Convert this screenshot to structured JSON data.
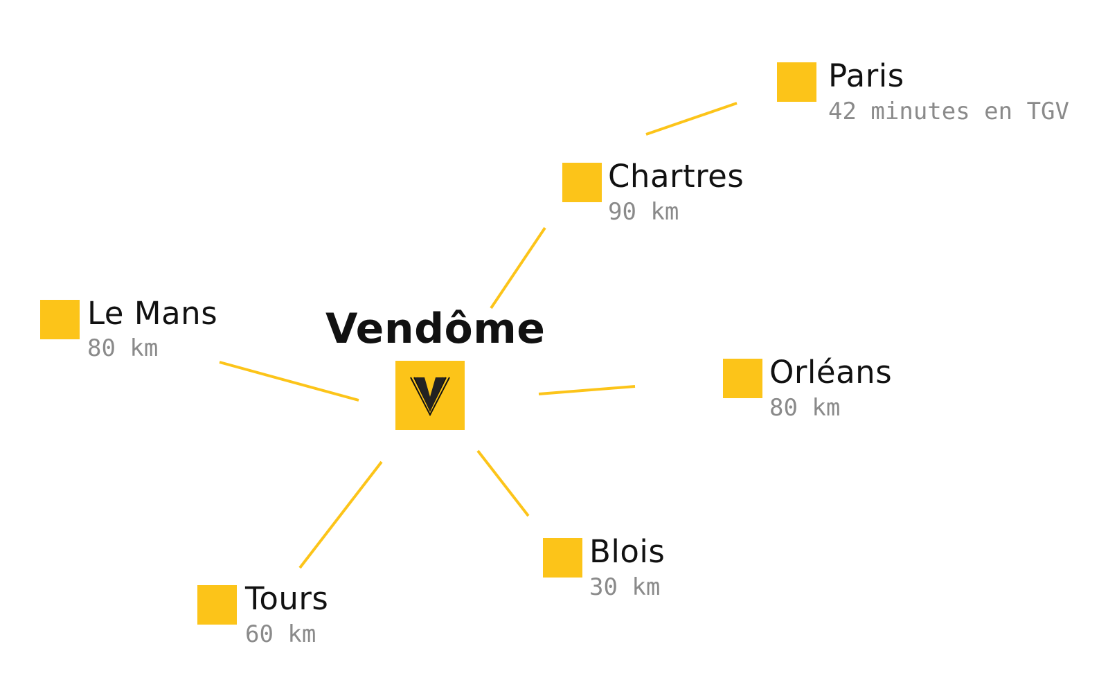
{
  "colors": {
    "accent": "#FCC419",
    "text": "#111111",
    "muted": "#8A8A8A"
  },
  "center": {
    "name": "Vendôme",
    "logo_letter": "V",
    "logo_icon": "vendome-logo-icon"
  },
  "cities": [
    {
      "id": "paris",
      "name": "Paris",
      "detail": "42 minutes en TGV"
    },
    {
      "id": "chartres",
      "name": "Chartres",
      "detail": "90 km"
    },
    {
      "id": "le-mans",
      "name": "Le Mans",
      "detail": "80 km"
    },
    {
      "id": "orleans",
      "name": "Orléans",
      "detail": "80 km"
    },
    {
      "id": "blois",
      "name": "Blois",
      "detail": "30 km"
    },
    {
      "id": "tours",
      "name": "Tours",
      "detail": "60 km"
    }
  ]
}
